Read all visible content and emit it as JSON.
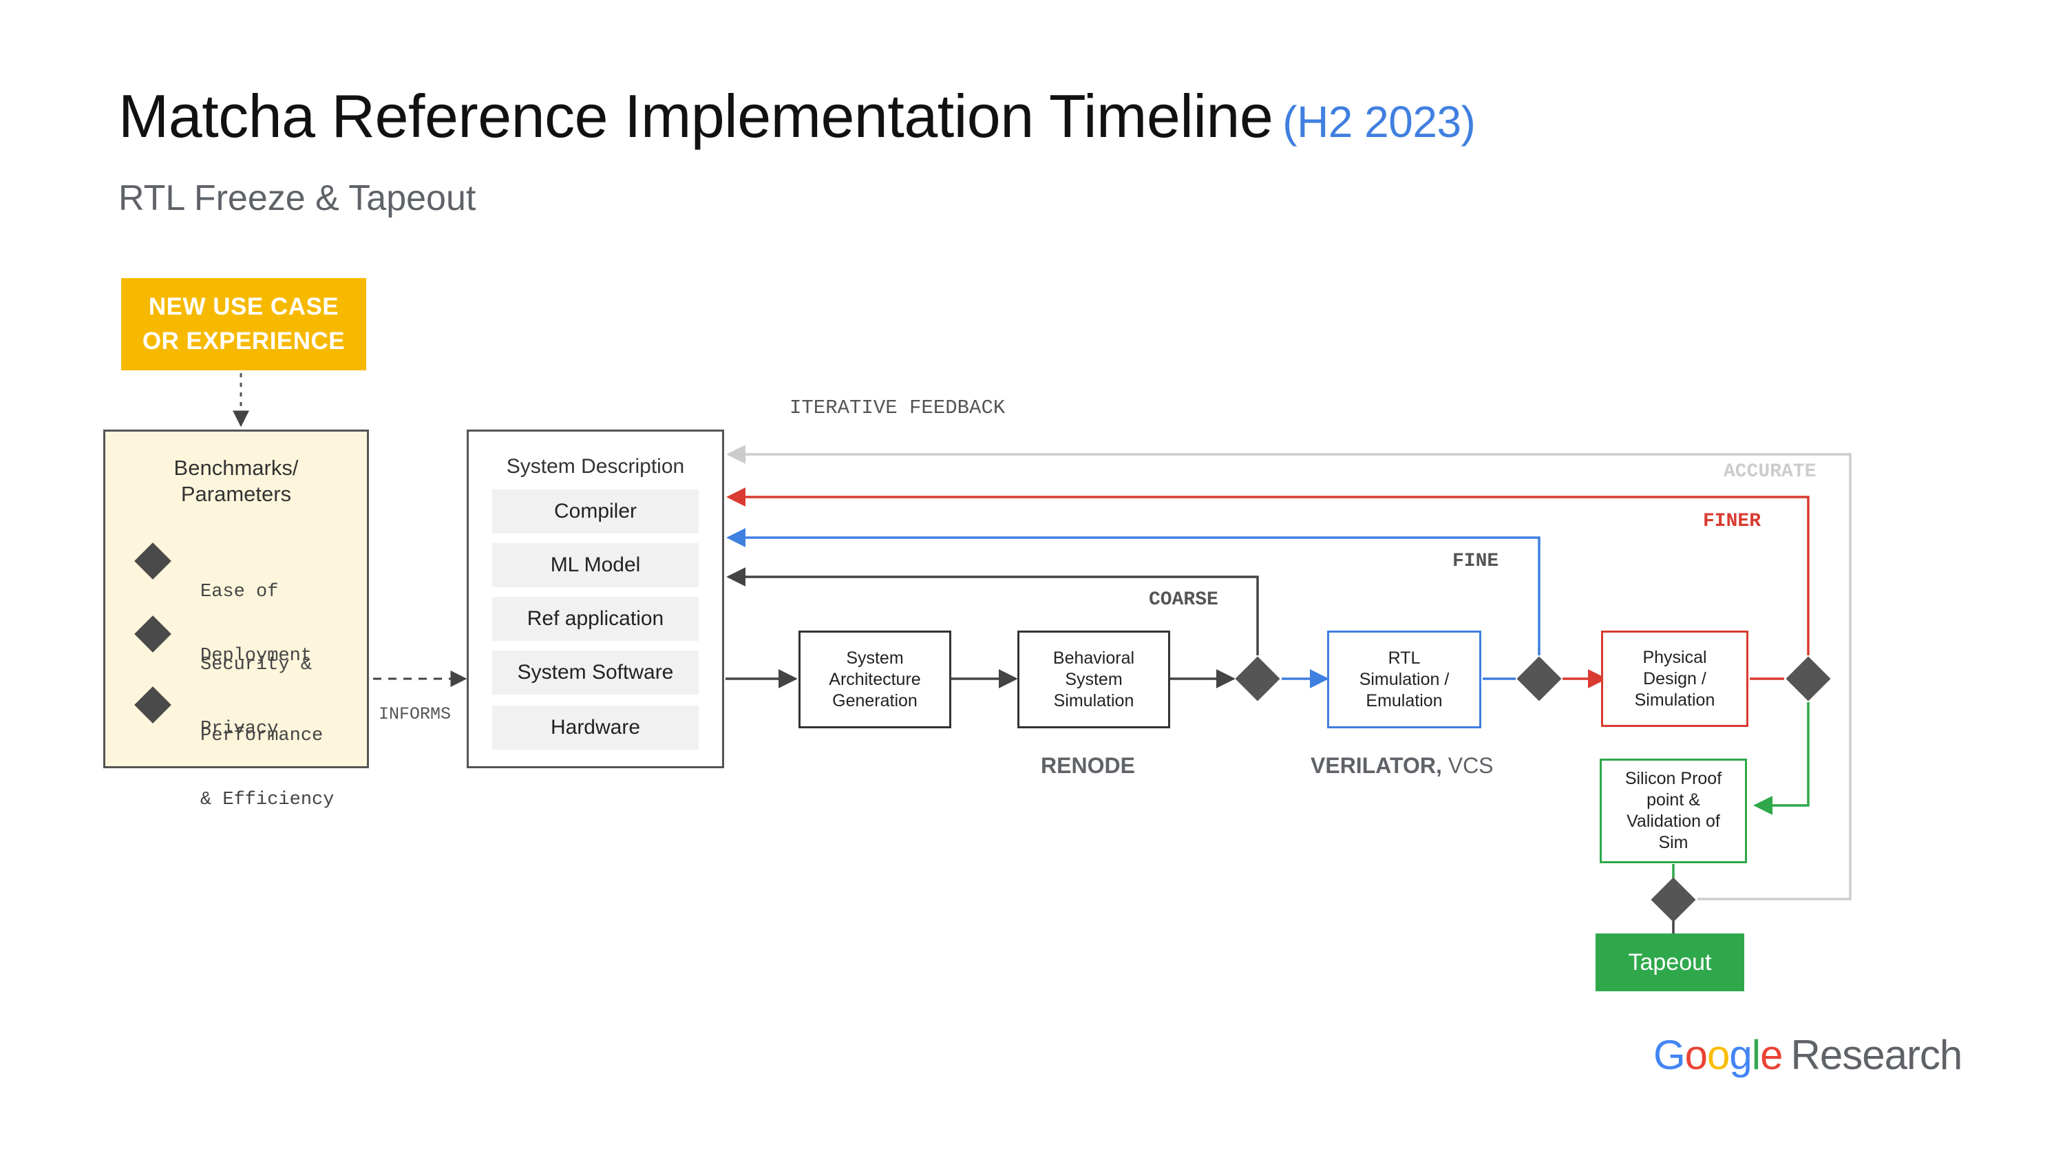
{
  "header": {
    "title": "Matcha Reference Implementation Timeline",
    "title_accent": "(H2 2023)",
    "subtitle": "RTL Freeze & Tapeout"
  },
  "use_case": {
    "line1": "NEW  USE CASE",
    "line2": "OR EXPERIENCE"
  },
  "benchmarks": {
    "title_line1": "Benchmarks/",
    "title_line2": "Parameters",
    "items": [
      {
        "line1": "Ease of",
        "line2": "Deployment"
      },
      {
        "line1": "Security &",
        "line2": "Privacy"
      },
      {
        "line1": "Performance",
        "line2": "& Efficiency"
      }
    ]
  },
  "informs_label": "INFORMS",
  "system_description": {
    "title": "System Description",
    "items": [
      "Compiler",
      "ML Model",
      "Ref application",
      "System Software",
      "Hardware"
    ]
  },
  "stages": {
    "arch": {
      "line1": "System",
      "line2": "Architecture",
      "line3": "Generation"
    },
    "behavioral": {
      "line1": "Behavioral",
      "line2": "System",
      "line3": "Simulation"
    },
    "rtl": {
      "line1": "RTL",
      "line2": "Simulation /",
      "line3": "Emulation"
    },
    "physical": {
      "line1": "Physical",
      "line2": "Design /",
      "line3": "Simulation"
    },
    "silicon": {
      "line1": "Silicon Proof",
      "line2": "point &",
      "line3": "Validation of",
      "line4": "Sim"
    },
    "tapeout": "Tapeout"
  },
  "feedback": {
    "title": "ITERATIVE FEEDBACK",
    "coarse": "COARSE",
    "fine": "FINE",
    "finer": "FINER",
    "accurate": "ACCURATE"
  },
  "tools": {
    "renode": "RENODE",
    "verilator": "VERILATOR,",
    "vcs": "VCS"
  },
  "colors": {
    "use_case": "#f7b900",
    "benchmarks_bg": "#fdf6dc",
    "coarse": "#444444",
    "fine": "#3f7fe0",
    "finer": "#d93b30",
    "accurate": "#cccccc",
    "silicon": "#2ea84b",
    "title_accent": "#3f7fe0"
  },
  "logo": {
    "brand": "Google",
    "suffix": "Research"
  }
}
